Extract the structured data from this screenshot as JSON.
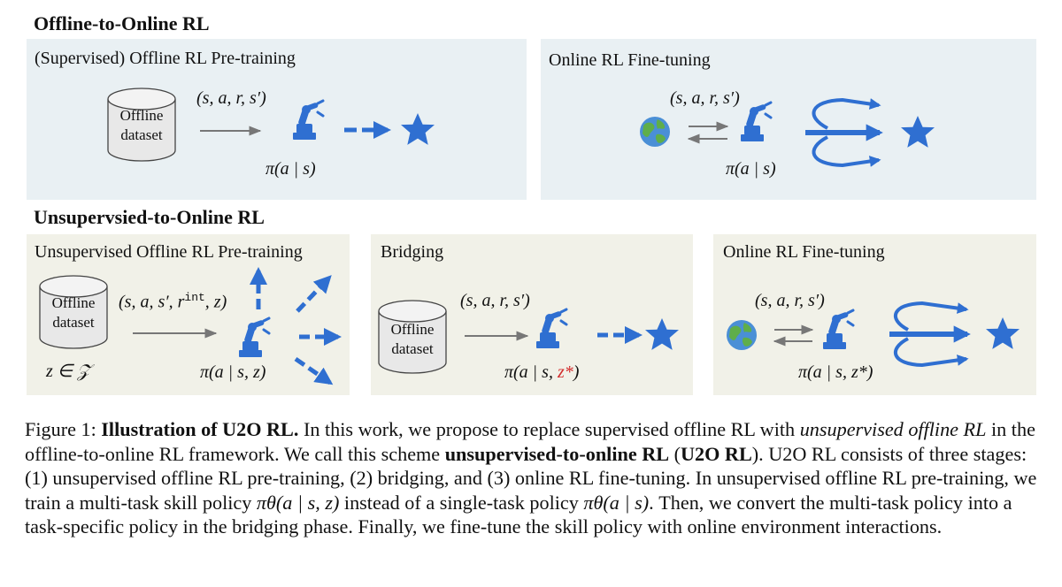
{
  "section_top": {
    "title": "Offline-to-Online RL"
  },
  "section_bottom": {
    "title": "Unsupervsied-to-Online RL"
  },
  "top_left": {
    "title": "(Supervised) Offline RL Pre-training",
    "db_line1": "Offline",
    "db_line2": "dataset",
    "tuple": "(s, a, r, s′)",
    "policy": "π(a | s)"
  },
  "top_right": {
    "title": "Online RL Fine-tuning",
    "tuple": "(s, a, r, s′)",
    "policy": "π(a | s)"
  },
  "bottom_1": {
    "title": "Unsupervised Offline RL Pre-training",
    "db_line1": "Offline",
    "db_line2": "dataset",
    "tuple_pre": "(s, a, s′, r",
    "tuple_sup": "int",
    "tuple_post": ", z)",
    "z_set": "z ∈ 𝒵",
    "policy": "π(a | s, z)"
  },
  "bottom_2": {
    "title": "Bridging",
    "db_line1": "Offline",
    "db_line2": "dataset",
    "tuple": "(s, a, r, s′)",
    "policy_pre": "π(a | s, ",
    "policy_z": "z*",
    "policy_post": ")"
  },
  "bottom_3": {
    "title": "Online RL Fine-tuning",
    "tuple": "(s, a, r, s′)",
    "policy": "π(a | s, z*)"
  },
  "caption": {
    "label": "Figure 1: ",
    "bold_title": "Illustration of U2O RL.",
    "t1": " In this work, we propose to replace supervised offline RL with ",
    "i1": "unsupervised offline RL",
    "t2": " in the offline-to-online RL framework. We call this scheme ",
    "b2": "unsupervised-to-online RL",
    "t3": " (",
    "b3": "U2O RL",
    "t4": "). U2O RL consists of three stages: (1) unsupervised offline RL pre-training, (2) bridging, and (3) online RL fine-tuning. In unsupervised offline RL pre-training, we train a multi-task skill policy ",
    "m1": "πθ(a | s, z)",
    "t5": " instead of a single-task policy ",
    "m2": "πθ(a | s)",
    "t6": ". Then, we convert the multi-task policy into a task-specific policy in the bridging phase. Finally, we fine-tune the skill policy with online environment interactions."
  },
  "colors": {
    "accent_blue": "#2f6fd1",
    "panel_blue": "#e9f0f3",
    "panel_beige": "#f1f1e8",
    "robot_blue": "#2f6fd1",
    "red_z": "#d22b2b"
  },
  "icons": [
    "database-icon",
    "robot-arm-icon",
    "star-icon",
    "globe-icon",
    "loop-arrow-icon"
  ]
}
